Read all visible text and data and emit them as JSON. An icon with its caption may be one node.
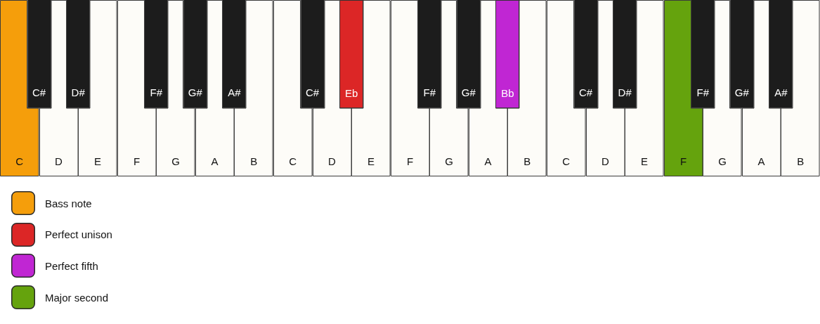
{
  "diagram": {
    "nodes": [
      {
        "text": [
          "C#"
        ]
      },
      {
        "text": [
          "D#"
        ]
      },
      {
        "text": [
          "F#"
        ]
      },
      {
        "text": [
          "G#"
        ]
      },
      {
        "text": [
          "A#"
        ]
      },
      {
        "text": [
          "C#"
        ]
      },
      {
        "text": [
          "Eb"
        ]
      },
      {
        "text": [
          "F#"
        ]
      },
      {
        "text": [
          "G#"
        ]
      },
      {
        "text": [
          "Bb"
        ]
      },
      {
        "text": [
          "C#"
        ]
      },
      {
        "text": [
          "D#"
        ]
      },
      {
        "text": [
          "F#"
        ]
      },
      {
        "text": [
          "G#"
        ]
      },
      {
        "text": [
          "A#"
        ]
      },
      {
        "text": [
          "C"
        ]
      },
      {
        "text": [
          "D"
        ]
      },
      {
        "text": [
          "E"
        ]
      },
      {
        "text": [
          "F"
        ]
      },
      {
        "text": [
          "G"
        ]
      },
      {
        "text": [
          "A"
        ]
      },
      {
        "text": [
          "B"
        ]
      },
      {
        "text": [
          "C"
        ]
      },
      {
        "text": [
          "D"
        ]
      },
      {
        "text": [
          "E"
        ]
      },
      {
        "text": [
          "F"
        ]
      },
      {
        "text": [
          "G"
        ]
      },
      {
        "text": [
          "A"
        ]
      },
      {
        "text": [
          "B"
        ]
      },
      {
        "text": [
          "C"
        ]
      },
      {
        "text": [
          "D"
        ]
      },
      {
        "text": [
          "E"
        ]
      },
      {
        "text": [
          "F"
        ]
      },
      {
        "text": [
          "G"
        ]
      },
      {
        "text": [
          "A"
        ]
      },
      {
        "text": [
          "B"
        ]
      }
    ],
    "legend": [
      {
        "text": "Bass note",
        "color": "#f59e0b"
      },
      {
        "text": "Perfect unison",
        "color": "#dc2626"
      },
      {
        "text": "Perfect fifth",
        "color": "#c026d3"
      },
      {
        "text": "Major second",
        "color": "#65a30d"
      }
    ]
  }
}
